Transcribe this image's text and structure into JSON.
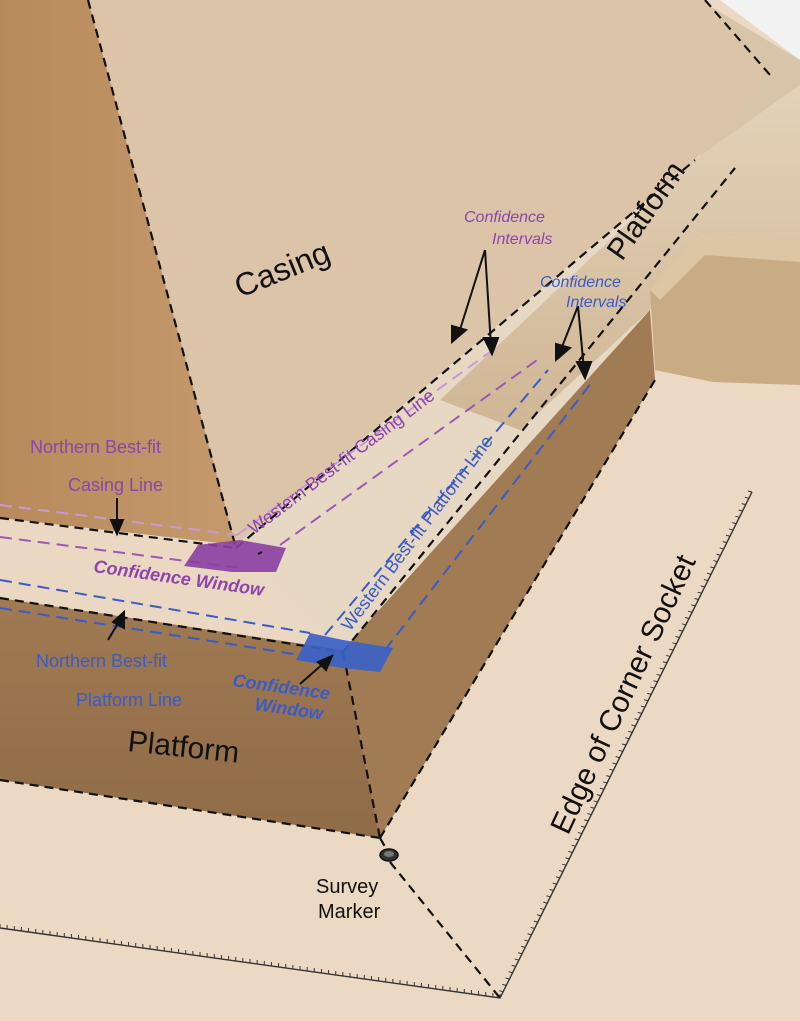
{
  "labels": {
    "casing": "Casing",
    "platform_top": "Platform",
    "platform_front": "Platform",
    "confidence_intervals_purple_1": "Confidence",
    "confidence_intervals_purple_2": "Intervals",
    "confidence_intervals_blue_1": "Confidence",
    "confidence_intervals_blue_2": "Intervals",
    "northern_casing_1": "Northern Best-fit",
    "northern_casing_2": "Casing Line",
    "western_casing": "Western Best-fit Casing Line",
    "confidence_window_purple": "Confidence Window",
    "western_platform": "Western Best-fit Platform Line",
    "northern_platform_1": "Northern Best-fit",
    "northern_platform_2": "Platform Line",
    "confidence_window_blue_1": "Confidence",
    "confidence_window_blue_2": "Window",
    "edge_corner_socket": "Edge of Corner Socket",
    "survey_marker_1": "Survey",
    "survey_marker_2": "Marker"
  },
  "colors": {
    "casing_line": "#8e44ad",
    "platform_line": "#3a5bc7",
    "casing_window": "#8b3fa3",
    "platform_window": "#3a62c7",
    "ground": "#ecd9c4",
    "casing_west_face": "#b88a5c",
    "casing_top_face": "#dcc3a6",
    "platform_face": "#9b764f",
    "platform_top": "#eadac7",
    "sky": "#f4f4f4",
    "text_dark": "#111111"
  }
}
